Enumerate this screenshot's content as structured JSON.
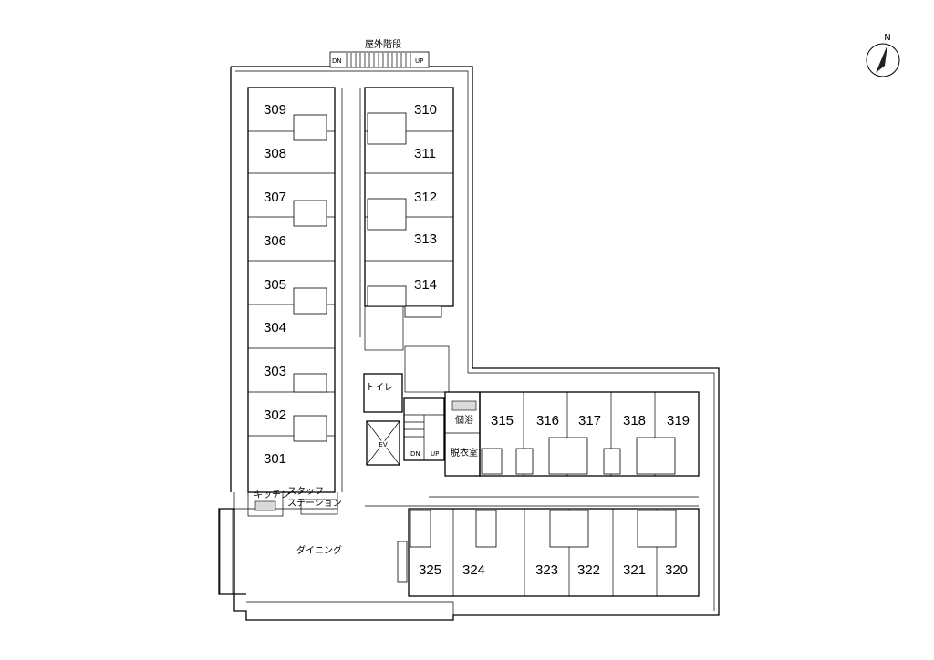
{
  "plan": {
    "rooms_left": [
      "309",
      "308",
      "307",
      "306",
      "305",
      "304",
      "303",
      "302",
      "301"
    ],
    "rooms_right": [
      "310",
      "311",
      "312",
      "313",
      "314"
    ],
    "rooms_east_upper": [
      "315",
      "316",
      "317",
      "318",
      "319"
    ],
    "rooms_east_lower": [
      "325",
      "324",
      "323",
      "322",
      "321",
      "320"
    ],
    "labels": {
      "outdoor_stairs": "屋外階段",
      "stairs_dn": "DN",
      "stairs_up": "UP",
      "toilet": "トイレ",
      "private_bath": "個浴",
      "dressing_room": "脱衣室",
      "elevator": "EV",
      "kitchen": "キッチン",
      "staff_station_1": "スタッフ",
      "staff_station_2": "ステーション",
      "dining": "ダイニング",
      "north": "N"
    }
  }
}
